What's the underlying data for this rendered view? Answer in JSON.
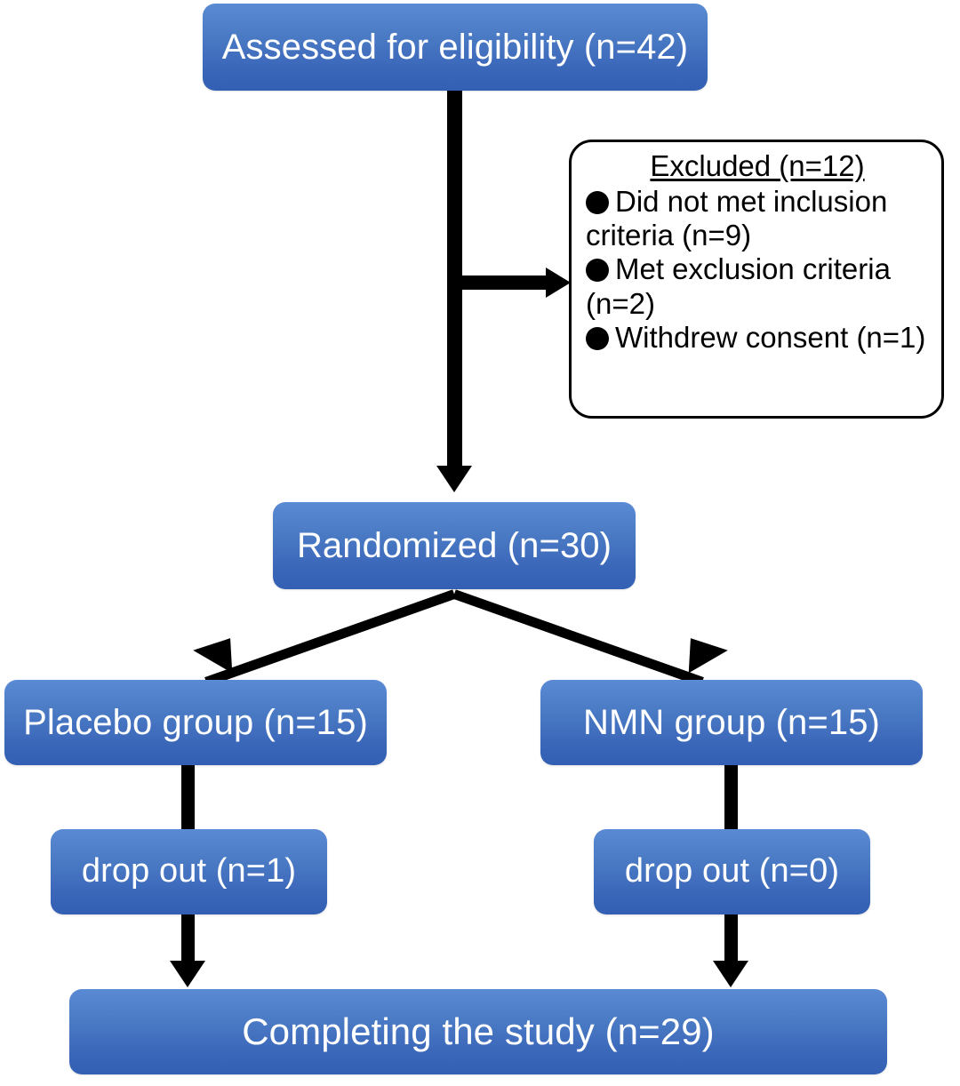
{
  "figure": {
    "type": "consort-flow-diagram",
    "title": "CONSORT participant flow diagram",
    "accent_color": "#4a7ac4",
    "box_text_color": "#ffffff",
    "connector_color": "#000000",
    "callout_border_color": "#000000"
  },
  "nodes": {
    "assessed": {
      "label": "Assessed for eligibility (n=42)",
      "n": 42
    },
    "randomized": {
      "label": "Randomized (n=30)",
      "n": 30
    },
    "placebo": {
      "label": "Placebo group (n=15)",
      "n": 15
    },
    "nmn": {
      "label": "NMN group (n=15)",
      "n": 15
    },
    "placebo_dropout": {
      "label": "drop out (n=1)",
      "n": 1
    },
    "nmn_dropout": {
      "label": "drop out (n=0)",
      "n": 0
    },
    "completed": {
      "label": "Completing the study (n=29)",
      "n": 29
    }
  },
  "excluded": {
    "title": "Excluded (n=12)",
    "n": 12,
    "reasons": [
      {
        "text": "Did not met inclusion criteria (n=9)",
        "n": 9
      },
      {
        "text": "Met exclusion criteria (n=2)",
        "n": 2
      },
      {
        "text": "Withdrew consent (n=1)",
        "n": 1
      }
    ]
  },
  "edges": [
    {
      "from": "assessed",
      "to": "randomized",
      "kind": "arrow-down"
    },
    {
      "from": "assessed-stem",
      "to": "excluded",
      "kind": "arrow-right"
    },
    {
      "from": "randomized",
      "to": "placebo",
      "kind": "arrow-diagonal-left"
    },
    {
      "from": "randomized",
      "to": "nmn",
      "kind": "arrow-diagonal-right"
    },
    {
      "from": "placebo",
      "to": "placebo_dropout",
      "kind": "line"
    },
    {
      "from": "nmn",
      "to": "nmn_dropout",
      "kind": "line"
    },
    {
      "from": "placebo_dropout",
      "to": "completed",
      "kind": "arrow-down"
    },
    {
      "from": "nmn_dropout",
      "to": "completed",
      "kind": "arrow-down"
    }
  ]
}
